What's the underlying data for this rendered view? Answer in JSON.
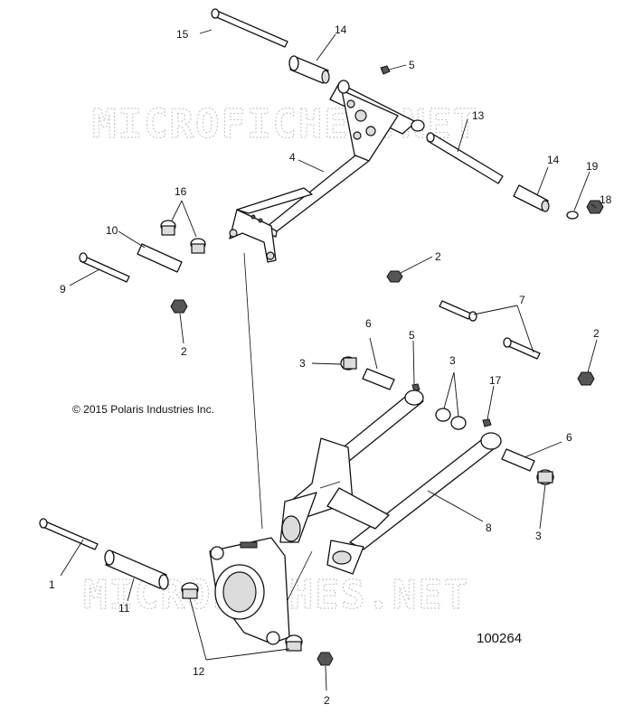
{
  "diagram": {
    "watermark": "MICROFICHES.NET",
    "copyright": "© 2015 Polaris Industries Inc.",
    "drawing_id": "100264",
    "callouts": [
      "1",
      "2",
      "3",
      "4",
      "5",
      "6",
      "7",
      "8",
      "9",
      "10",
      "11",
      "12",
      "13",
      "14",
      "15",
      "16",
      "17",
      "18",
      "19"
    ]
  }
}
